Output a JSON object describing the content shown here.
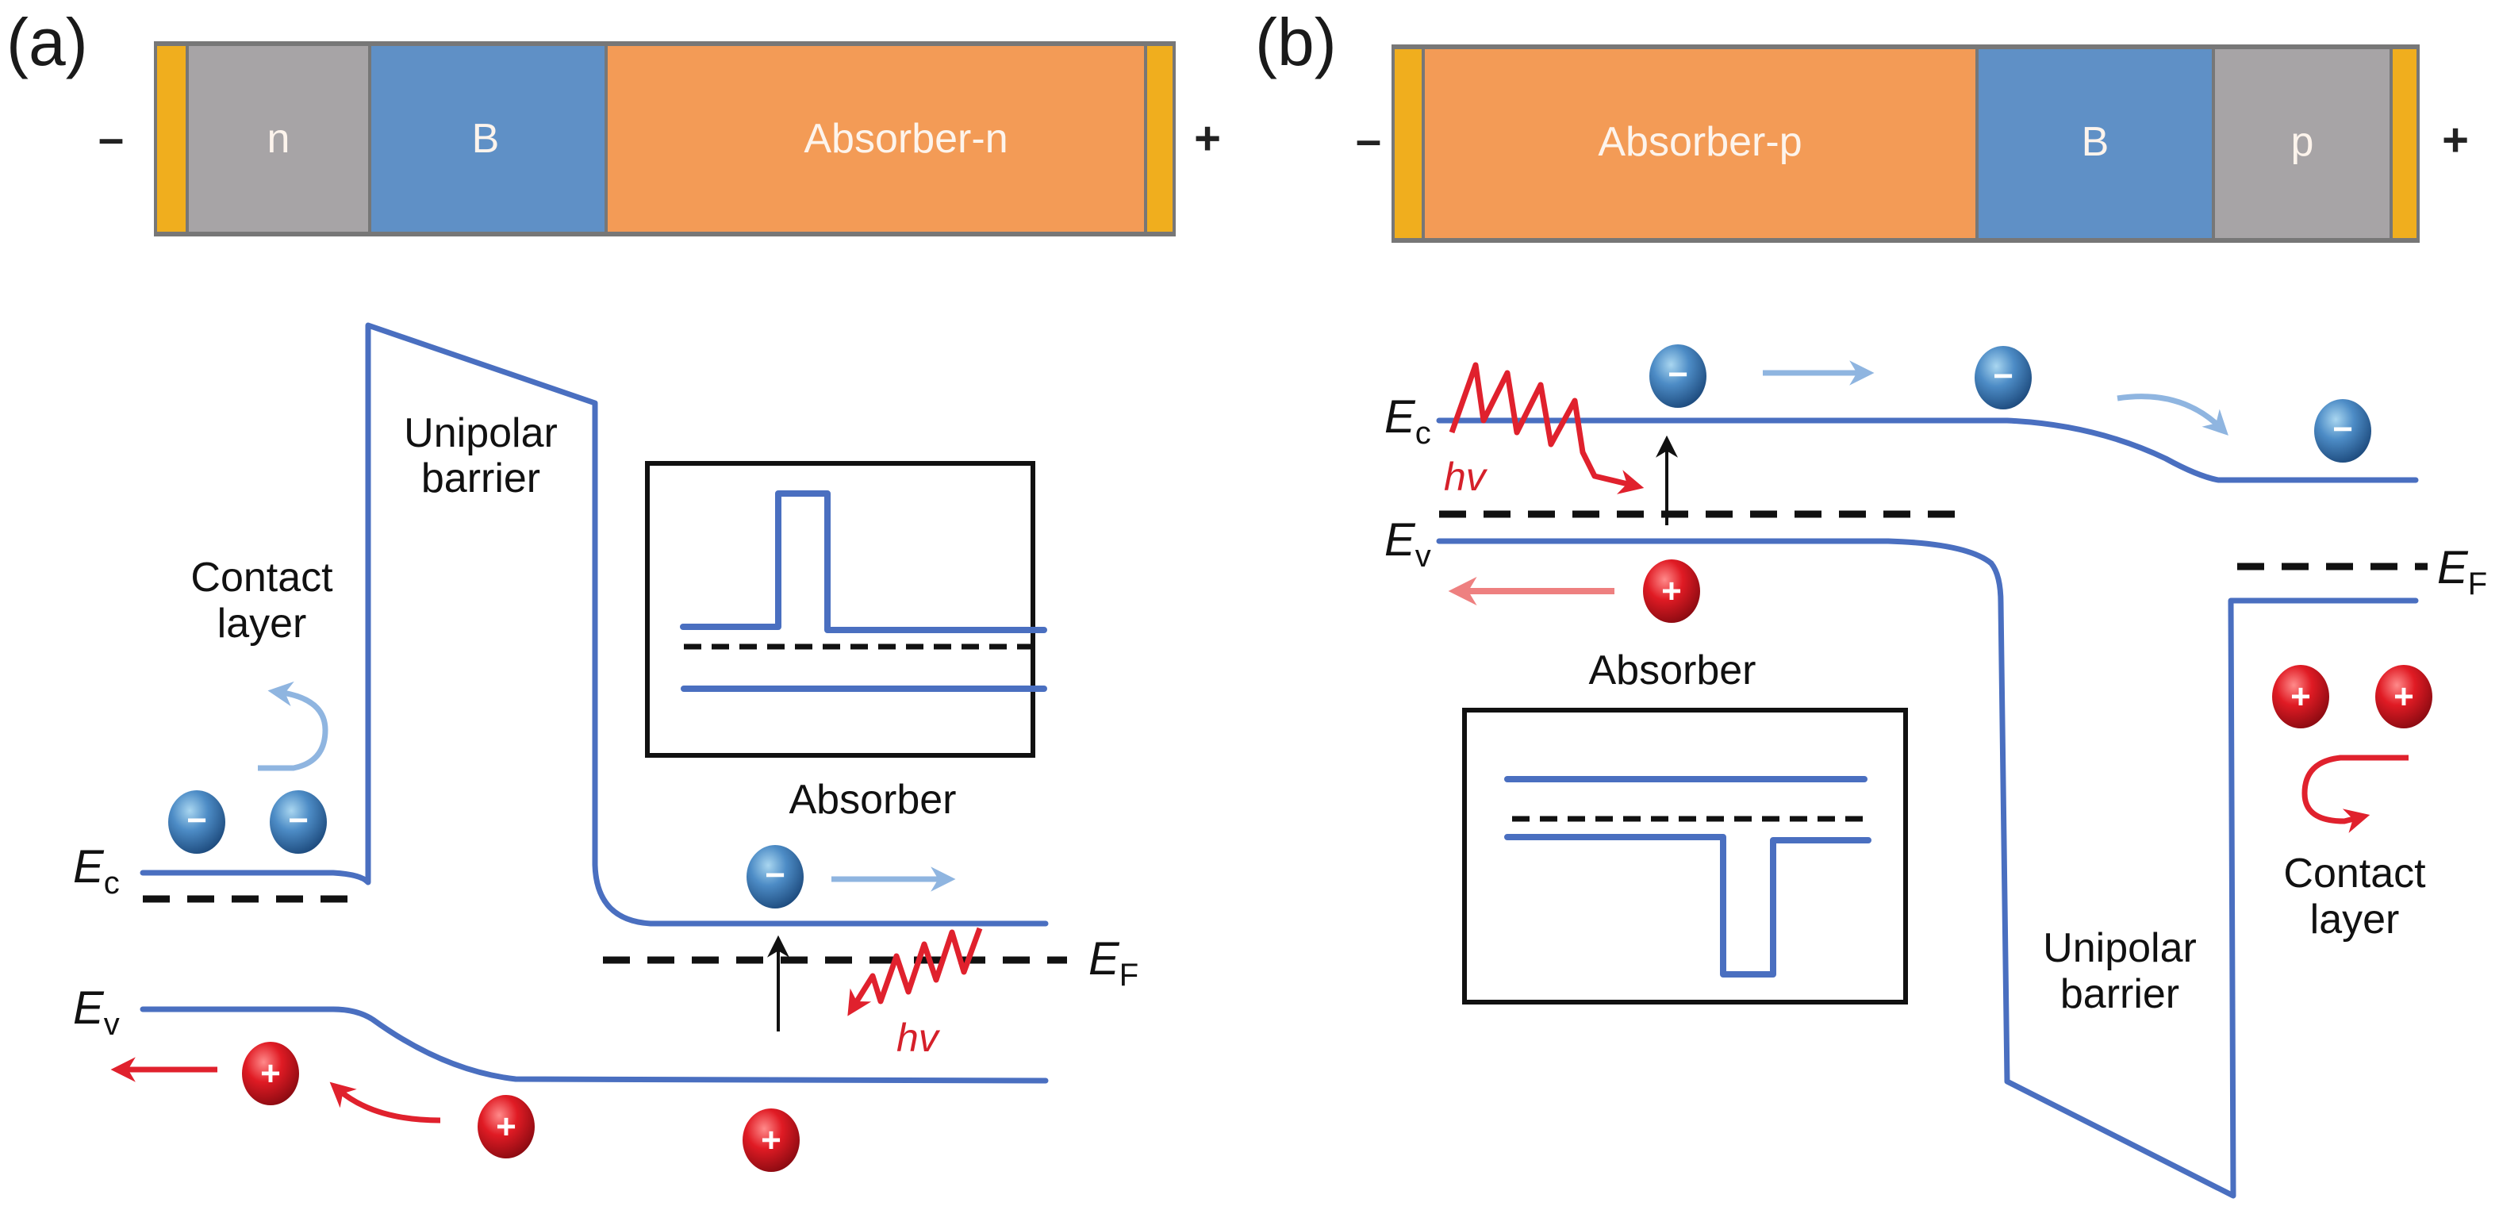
{
  "figure": {
    "panels": [
      {
        "id": "a",
        "label": "(a)",
        "device": {
          "left_terminal": "–",
          "right_terminal": "+",
          "layers": [
            {
              "name": "contact-left",
              "label": "",
              "color": "#f0ae1e"
            },
            {
              "name": "n",
              "label": "n",
              "color": "#a7a4a6"
            },
            {
              "name": "barrier",
              "label": "B",
              "color": "#5f90c6"
            },
            {
              "name": "absorber",
              "label": "Absorber-n",
              "color": "#f39b56"
            },
            {
              "name": "contact-right",
              "label": "",
              "color": "#f0ae1e"
            }
          ]
        },
        "band_diagram": {
          "conduction_band_label": "E",
          "conduction_band_sub": "c",
          "valence_band_label": "E",
          "valence_band_sub": "v",
          "fermi_label": "E",
          "fermi_sub": "F",
          "contact_layer_label": [
            "Contact",
            "layer"
          ],
          "barrier_label": [
            "Unipolar",
            "barrier"
          ],
          "absorber_label": "Absorber",
          "photon_label": "hv",
          "electron_sign": "−",
          "hole_sign": "+",
          "inset": "nBn conduction-band barrier schematic"
        }
      },
      {
        "id": "b",
        "label": "(b)",
        "device": {
          "left_terminal": "–",
          "right_terminal": "+",
          "layers": [
            {
              "name": "contact-left",
              "label": "",
              "color": "#f0ae1e"
            },
            {
              "name": "absorber",
              "label": "Absorber-p",
              "color": "#f39b56"
            },
            {
              "name": "barrier",
              "label": "B",
              "color": "#5f90c6"
            },
            {
              "name": "p",
              "label": "p",
              "color": "#a7a4a6"
            },
            {
              "name": "contact-right",
              "label": "",
              "color": "#f0ae1e"
            }
          ]
        },
        "band_diagram": {
          "conduction_band_label": "E",
          "conduction_band_sub": "c",
          "valence_band_label": "E",
          "valence_band_sub": "v",
          "fermi_label": "E",
          "fermi_sub": "F",
          "contact_layer_label": [
            "Contact",
            "layer"
          ],
          "barrier_label": [
            "Unipolar",
            "barrier"
          ],
          "absorber_label": "Absorber",
          "photon_label": "hv",
          "electron_sign": "−",
          "hole_sign": "+",
          "inset": "pBp valence-band barrier schematic"
        }
      }
    ],
    "colors": {
      "band_line": "#4a6fc0",
      "fermi_line": "#111111",
      "electron": "#3f79b8",
      "hole": "#d8141f",
      "photon": "#e0212d",
      "electron_arrow": "#8fb5e0",
      "hole_arrow": "#e0212d"
    }
  }
}
